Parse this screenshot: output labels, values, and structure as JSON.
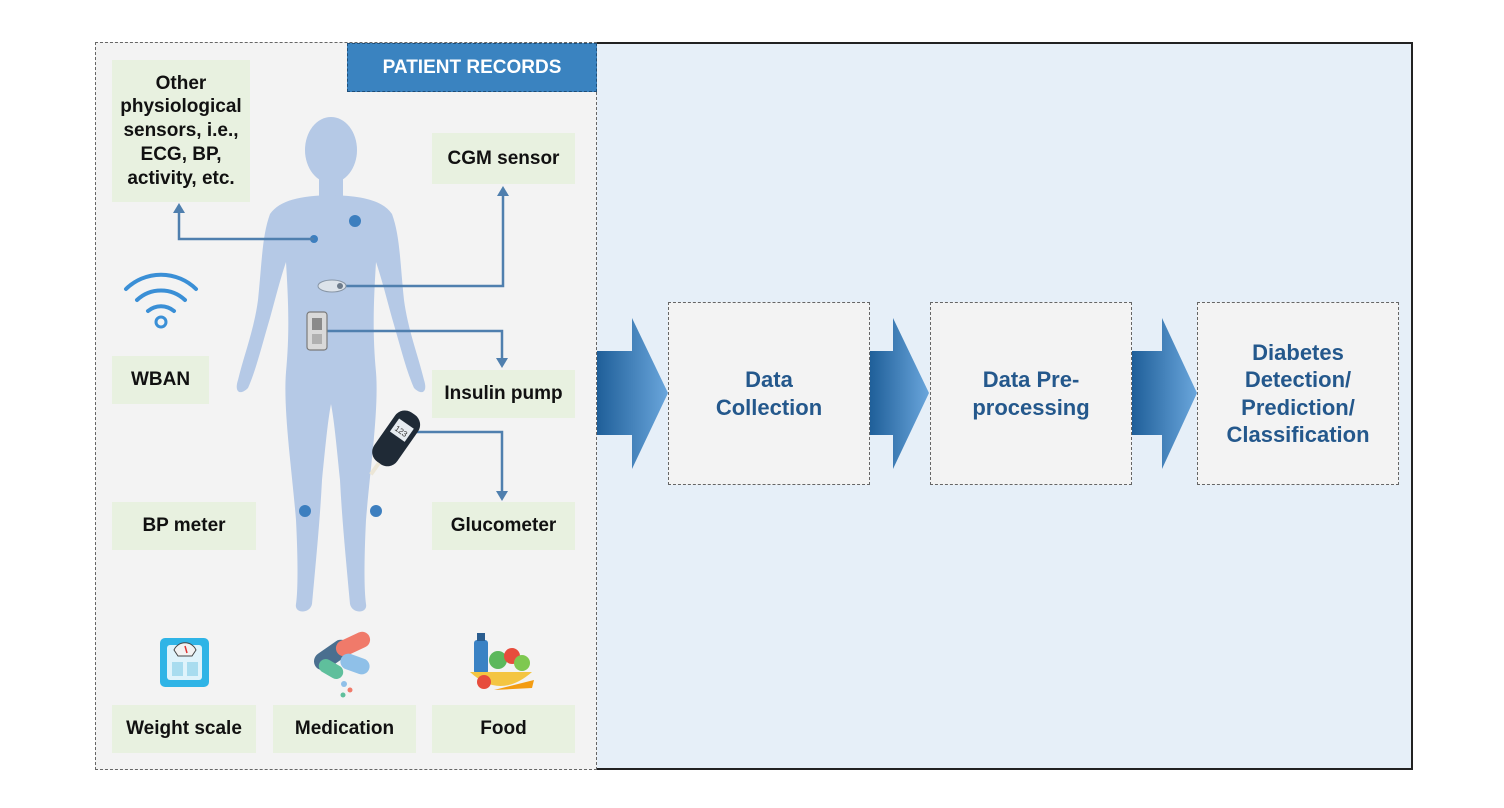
{
  "panel": {
    "title": "PATIENT RECORDS"
  },
  "sources": {
    "other_sensors": "Other physiological sensors, i.e., ECG, BP, activity, etc.",
    "cgm": "CGM sensor",
    "wban": "WBAN",
    "insulin_pump": "Insulin pump",
    "bp_meter": "BP meter",
    "glucometer": "Glucometer",
    "weight_scale": "Weight scale",
    "medication": "Medication",
    "food": "Food"
  },
  "stages": [
    {
      "label": "Data Collection"
    },
    {
      "label": "Data Pre-processing"
    },
    {
      "label": "Diabetes Detection/ Prediction/ Classification"
    }
  ],
  "icons": [
    "wifi-icon",
    "human-body-figure",
    "cgm-device-icon",
    "insulin-pump-icon",
    "glucometer-device-icon",
    "weight-scale-icon",
    "medication-icon",
    "food-icon"
  ],
  "colors": {
    "tag": "#3a83c0",
    "arrow": "#3d7fbf",
    "stage_text": "#24588c",
    "label_bg": "#e8f1e0",
    "body": "#b5c9e6",
    "connector": "#4f7fae"
  }
}
